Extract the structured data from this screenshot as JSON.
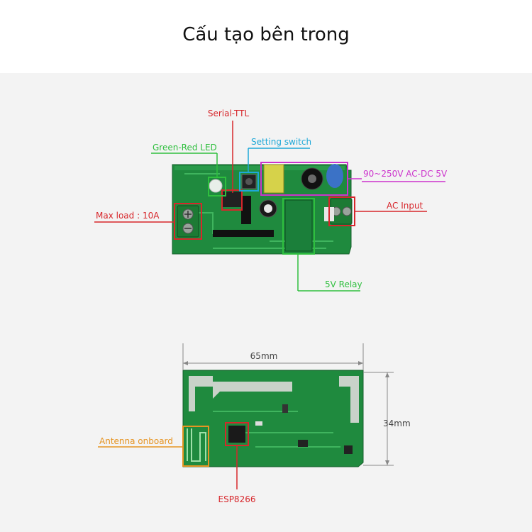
{
  "title": "Cấu tạo bên trong",
  "colors": {
    "red": "#d7262b",
    "green": "#2fbf3e",
    "cyan": "#1ea8d8",
    "magenta": "#cc33cc",
    "orange": "#e69422",
    "pcb": "#1f8a3e",
    "pcb_dark": "#176b30",
    "dimension": "#666666"
  },
  "labels": {
    "serial_ttl": "Serial-TTL",
    "green_red_led": "Green-Red LED",
    "setting_switch": "Setting switch",
    "power": "90~250V AC-DC 5V",
    "ac_input": "AC Input",
    "max_load": "Max load : 10A",
    "relay": "5V Relay",
    "antenna": "Antenna onboard",
    "esp": "ESP8266"
  },
  "dimensions": {
    "width": "65mm",
    "height": "34mm"
  }
}
